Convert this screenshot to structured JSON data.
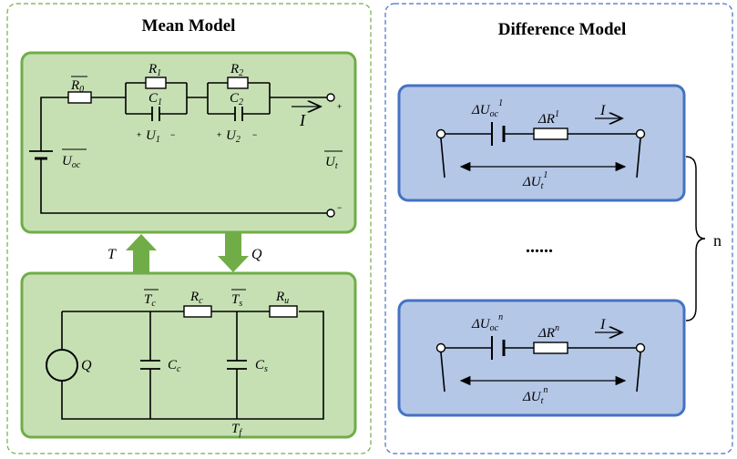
{
  "panels": {
    "mean_title": "Mean Model",
    "diff_title": "Difference Model"
  },
  "mean_electrical": {
    "R0": {
      "main": "R",
      "sub": "0"
    },
    "R1": {
      "main": "R",
      "sub": "1"
    },
    "R2": {
      "main": "R",
      "sub": "2"
    },
    "C1": {
      "main": "C",
      "sub": "1"
    },
    "C2": {
      "main": "C",
      "sub": "2"
    },
    "U1": {
      "main": "U",
      "sub": "1"
    },
    "U2": {
      "main": "U",
      "sub": "2"
    },
    "Uoc": {
      "main": "U",
      "sub": "oc"
    },
    "Ut": {
      "main": "U",
      "sub": "t"
    },
    "I": "I",
    "plus": "+",
    "minus": "−"
  },
  "coupling": {
    "T": "T",
    "Q": "Q"
  },
  "mean_thermal": {
    "Q": "Q",
    "Tc": {
      "main": "T",
      "sub": "c"
    },
    "Ts": {
      "main": "T",
      "sub": "s"
    },
    "Tf": {
      "main": "T",
      "sub": "f"
    },
    "Rc": {
      "main": "R",
      "sub": "c"
    },
    "Ru": {
      "main": "R",
      "sub": "u"
    },
    "Cc": {
      "main": "C",
      "sub": "c"
    },
    "Cs": {
      "main": "C",
      "sub": "s"
    }
  },
  "difference": {
    "cell1": {
      "dUoc": {
        "main": "ΔU",
        "sub": "oc",
        "sup": "1"
      },
      "dR": {
        "main": "ΔR",
        "sup": "1"
      },
      "I": "I",
      "dUt": {
        "main": "ΔU",
        "sub": "t",
        "sup": "1"
      }
    },
    "ellipsis": "......",
    "celln": {
      "dUoc": {
        "main": "ΔU",
        "sub": "oc",
        "sup": "n"
      },
      "dR": {
        "main": "ΔR",
        "sup": "n"
      },
      "I": "I",
      "dUt": {
        "main": "ΔU",
        "sub": "t",
        "sup": "n"
      }
    },
    "brace_label": "n"
  },
  "colors": {
    "green_fill": "#c6e0b4",
    "green_border": "#70ad47",
    "blue_fill": "#b4c7e7",
    "blue_border": "#4472c4",
    "arrow_green": "#70ad47"
  }
}
